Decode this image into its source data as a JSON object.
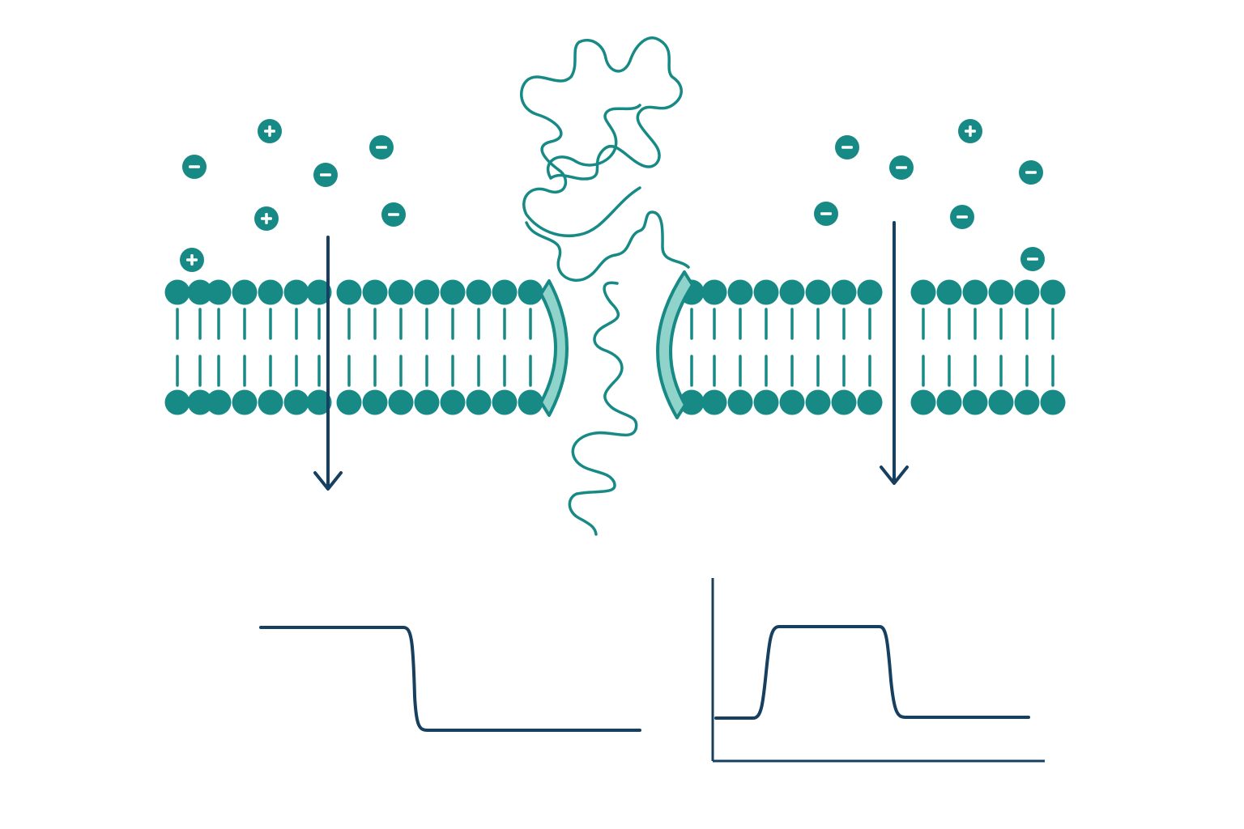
{
  "colors": {
    "teal": "#178a86",
    "teal_light": "#8fd3cb",
    "navy": "#173f5f",
    "background": "#ffffff",
    "ion_sign": "#ffffff"
  },
  "ions": {
    "left": [
      "+",
      "-",
      "-",
      "-",
      "+",
      "-",
      "+"
    ],
    "right": [
      "-",
      "+",
      "-",
      "-",
      "-",
      "-",
      "-"
    ]
  },
  "traces": {
    "left": {
      "shape": "step-down",
      "axes_visible": false,
      "levels": [
        "high",
        "low"
      ]
    },
    "right": {
      "shape": "rectangular-pulse",
      "axes_visible": true,
      "levels": [
        "baseline",
        "high",
        "baseline"
      ]
    }
  }
}
